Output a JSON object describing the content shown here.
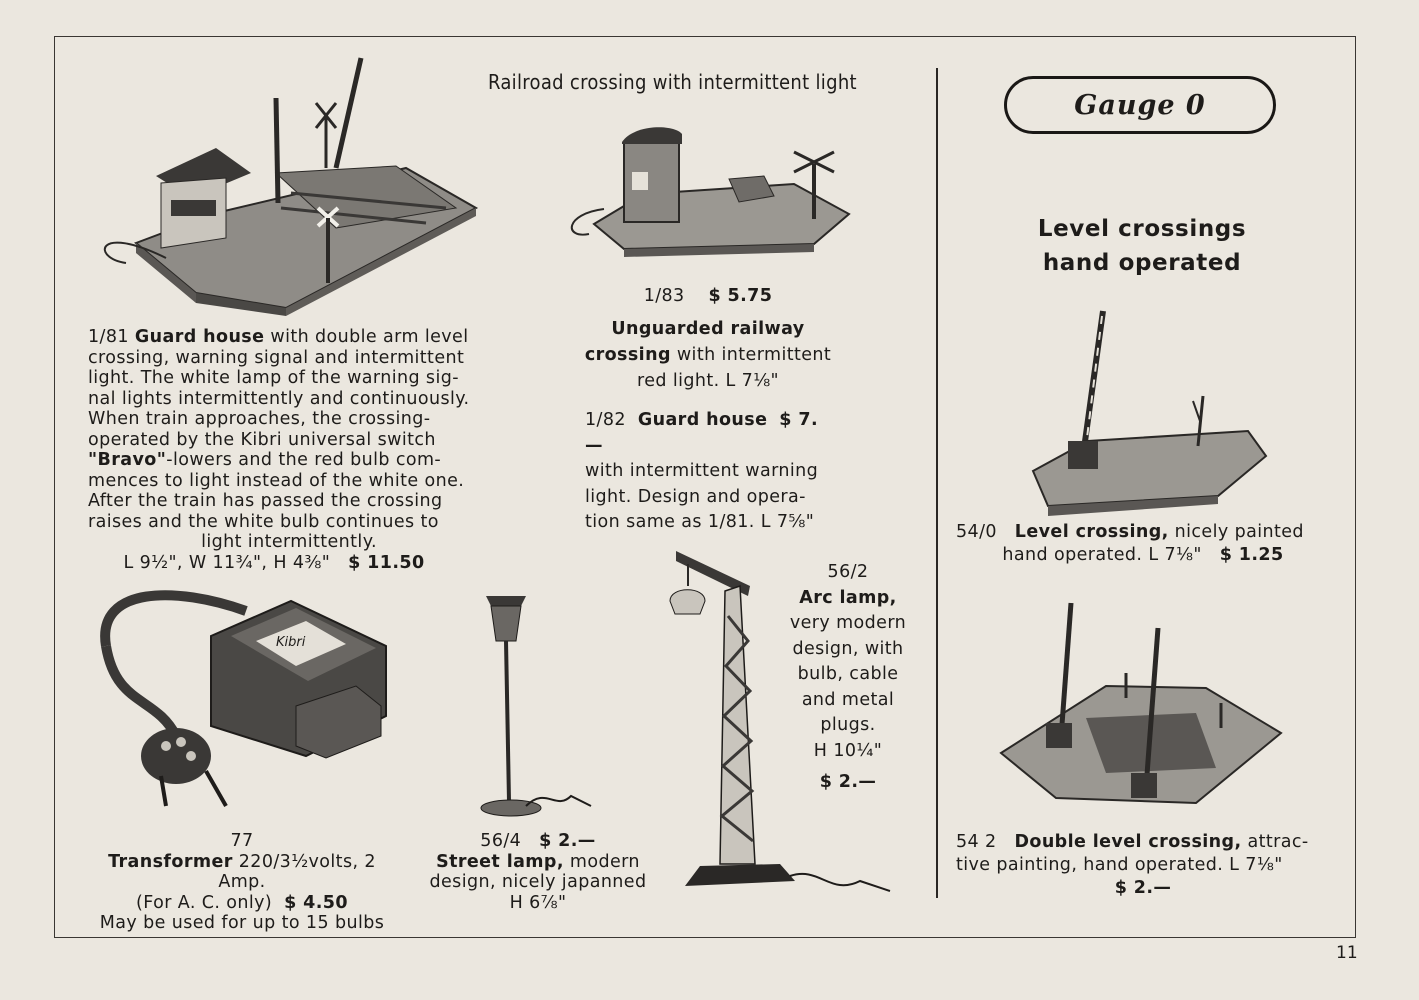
{
  "page": {
    "header": "Railroad crossing with intermittent light",
    "gauge_label": "Gauge 0",
    "page_number": "11"
  },
  "level_crossings": {
    "heading_line1": "Level crossings",
    "heading_line2": "hand operated"
  },
  "items": {
    "i181": {
      "code": "1/81",
      "name": "Guard house",
      "line1_rest": " with double arm level",
      "lines": [
        "crossing, warning signal and intermittent",
        "light. The white lamp of the warning sig-",
        "nal lights intermittently and continuously.",
        "When train approaches, the crossing-",
        "operated by the Kibri universal switch"
      ],
      "bravo": "\"Bravo\"",
      "bravo_rest": "-lowers and the red bulb com-",
      "lines2": [
        "mences to light instead of the white one.",
        "After the train has passed the crossing",
        "raises and the white bulb continues to"
      ],
      "last_line": "light intermittently.",
      "dims": "L 9½\", W 11¾\", H 4⅜\"",
      "price": "$ 11.50"
    },
    "i183": {
      "code": "1/83",
      "price": "$ 5.75",
      "name": "Unguarded railway",
      "name2": "crossing",
      "rest2": " with intermittent",
      "line3": "red light. L 7⅛\""
    },
    "i182": {
      "code": "1/82",
      "name": "Guard house",
      "price": "$ 7.—",
      "lines": [
        "with intermittent warning",
        "light. Design and opera-",
        "tion same as 1/81. L 7⅝\""
      ]
    },
    "i77": {
      "code": "77",
      "name": "Transformer",
      "rest": " 220/3½volts, 2 Amp.",
      "line2": "(For A. C. only)",
      "price": "$ 4.50",
      "line3": "May be used for up to 15 bulbs",
      "brand": "Kibri"
    },
    "i564": {
      "code": "56/4",
      "price": "$ 2.—",
      "name": "Street lamp,",
      "rest": " modern",
      "line2": "design, nicely japanned",
      "line3": "H 6⅞\""
    },
    "i562": {
      "code": "56/2",
      "name": "Arc lamp,",
      "lines": [
        "very modern",
        "design, with",
        "bulb, cable",
        "and metal",
        "plugs."
      ],
      "height": "H 10¼\"",
      "price": "$ 2.—"
    },
    "i540": {
      "code": "54/0",
      "name": "Level crossing,",
      "rest": " nicely painted",
      "line2": "hand operated. L 7⅛\"",
      "price": "$ 1.25"
    },
    "i542": {
      "code": "54 2",
      "name": "Double level crossing,",
      "rest": " attrac-",
      "line2": "tive painting, hand operated. L 7⅛\"",
      "price": "$ 2.—"
    }
  },
  "colors": {
    "paper": "#ebe7df",
    "ink": "#1e1c1a"
  }
}
